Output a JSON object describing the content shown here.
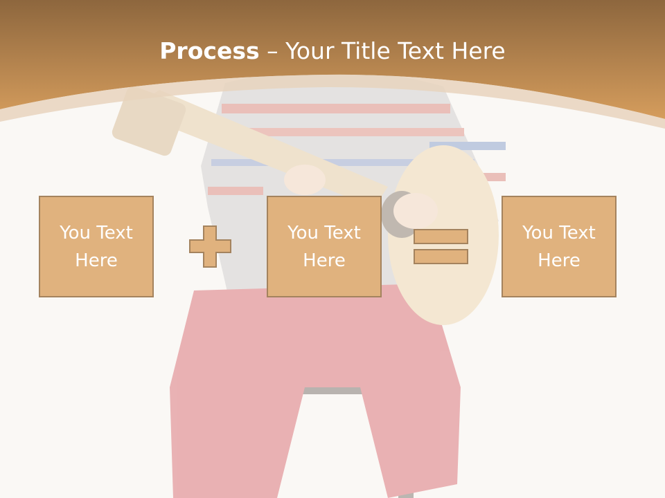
{
  "slide": {
    "title_bold": "Process",
    "title_rest": " – Your Title Text Here"
  },
  "boxes": [
    {
      "text": "You Text Here"
    },
    {
      "text": "You Text Here"
    },
    {
      "text": "You Text Here"
    }
  ],
  "operators": [
    "plus-icon",
    "equals-icon"
  ],
  "colors": {
    "header_dark": "#8a6238",
    "header_light": "#d49a58",
    "box_fill": "#e0b27e",
    "box_border": "#a4835e",
    "background": "#faf8f5"
  }
}
